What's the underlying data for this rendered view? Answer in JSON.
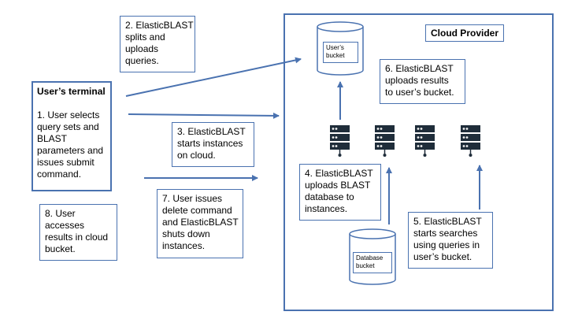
{
  "cloud_provider": {
    "label": "Cloud Provider"
  },
  "terminal": {
    "title": "User’s terminal",
    "lines": [
      "1. User selects",
      "query sets and",
      "BLAST",
      "parameters and",
      "issues submit",
      "command."
    ]
  },
  "steps": {
    "s2": [
      "2. ElasticBLAST",
      "splits and",
      "uploads",
      "queries."
    ],
    "s3": [
      "3. ElasticBLAST",
      "starts instances",
      "on cloud."
    ],
    "s4": [
      "4. ElasticBLAST",
      "uploads BLAST",
      "database to",
      "instances."
    ],
    "s5": [
      "5. ElasticBLAST",
      "starts searches",
      "using queries in",
      "user’s bucket."
    ],
    "s6": [
      "6. ElasticBLAST",
      "uploads results",
      "to user’s bucket."
    ],
    "s7": [
      "7. User issues",
      "delete command",
      "and ElasticBLAST",
      "shuts down",
      "instances."
    ],
    "s8": [
      "8. User",
      "accesses",
      "results in cloud",
      "bucket."
    ]
  },
  "users_bucket": {
    "lines": [
      "User’s",
      "bucket"
    ]
  },
  "database_bucket": {
    "lines": [
      "Database",
      "bucket"
    ]
  },
  "colors": {
    "accent": "#4a72b0",
    "server_dark": "#1f2d3a",
    "server_light": "#f2f2f2"
  },
  "icons": [
    "database-cylinder-icon",
    "server-stack-icon"
  ]
}
